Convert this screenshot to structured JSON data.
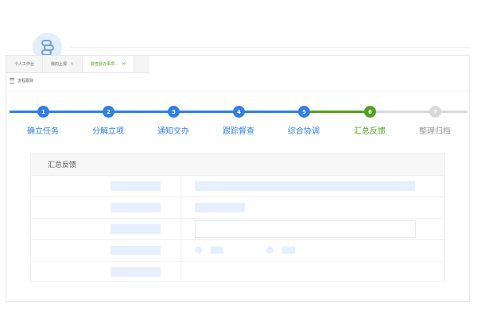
{
  "tabs": [
    {
      "label": "个人工作台",
      "closable": false,
      "active": false
    },
    {
      "label": "我的上报",
      "closable": true,
      "active": false
    },
    {
      "label": "督查督办事项...",
      "closable": true,
      "active": true
    }
  ],
  "breadcrumb": {
    "label": "流程跟踪"
  },
  "steps": [
    {
      "number": "1",
      "label": "确立任务",
      "status": "done"
    },
    {
      "number": "2",
      "label": "分解立项",
      "status": "done"
    },
    {
      "number": "3",
      "label": "通知交办",
      "status": "done"
    },
    {
      "number": "4",
      "label": "跟踪督查",
      "status": "done"
    },
    {
      "number": "5",
      "label": "综合协调",
      "status": "done"
    },
    {
      "number": "6",
      "label": "汇总反馈",
      "status": "current"
    },
    {
      "number": "7",
      "label": "整理归档",
      "status": "pending"
    }
  ],
  "panel": {
    "title": "汇总反馈"
  },
  "colors": {
    "done": "#2f7fe8",
    "current": "#52a21f",
    "pending": "#d8d8d8",
    "placeholder": "#e6effd"
  },
  "icons": {
    "logo": "link-chain-icon",
    "breadcrumb": "menu-list-icon",
    "tab_close": "close-icon"
  }
}
